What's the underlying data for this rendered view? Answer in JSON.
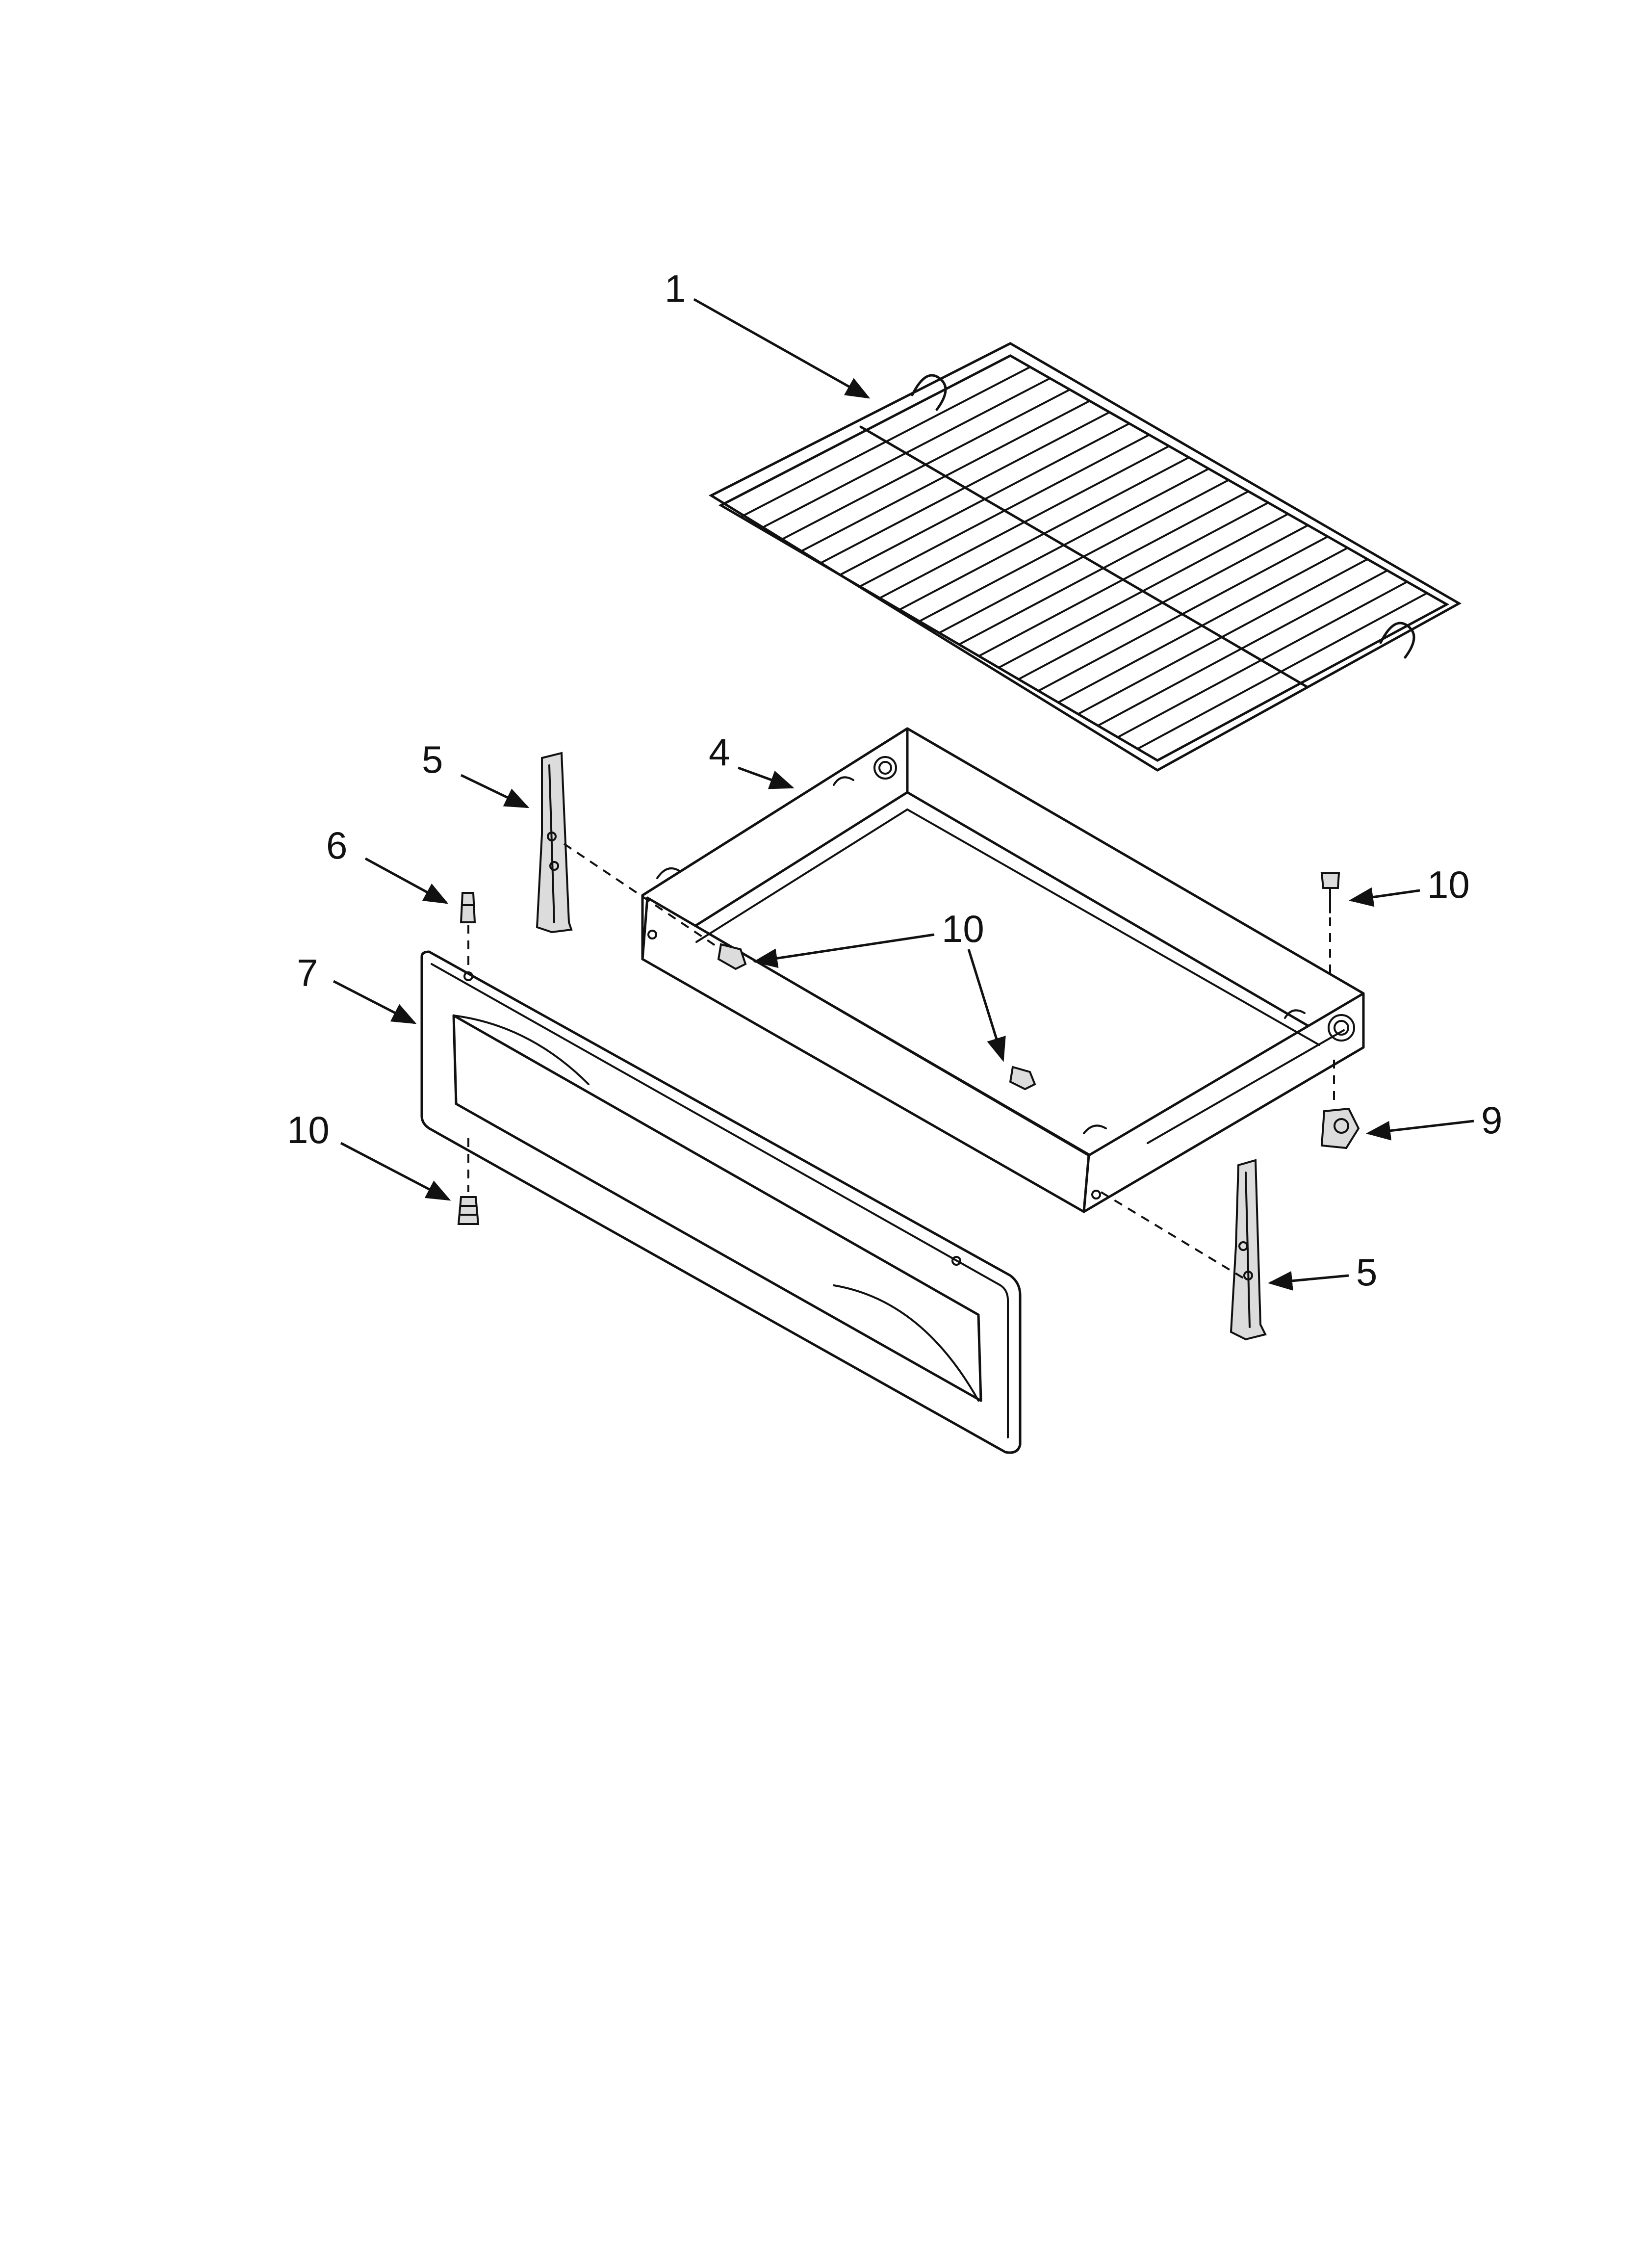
{
  "callouts": {
    "rack": "1",
    "drawer": "4",
    "slide_left": "5",
    "slide_right": "5",
    "stud": "6",
    "panel": "7",
    "clip": "9",
    "screw_top_right": "10",
    "screw_center": "10",
    "screw_bottom_left": "10"
  },
  "colors": {
    "line": "#111111",
    "background": "#ffffff",
    "shade": "#dcdcdc"
  }
}
